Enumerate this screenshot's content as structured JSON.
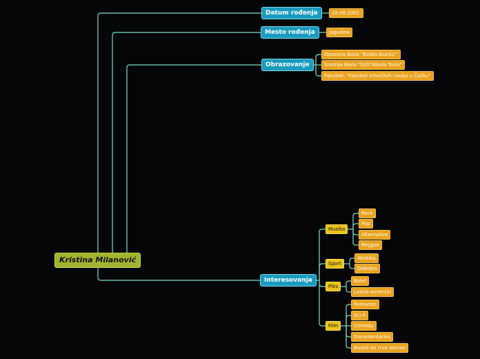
{
  "mindmap": {
    "root": "Kristina Milanović",
    "branches": [
      {
        "label": "Datum rođenja",
        "children": [
          "18.08.2001."
        ]
      },
      {
        "label": "Mesto rođenja",
        "children": [
          "Jagodina"
        ]
      },
      {
        "label": "Obrazovanje",
        "children": [
          "Osnovna škola \"Boško Đuričić\"",
          "Srednja škola \"SSŠ\"Nikola Tesla\"",
          "Fakultet: \"Fakultet tehničkih nauka u Čačku\""
        ]
      },
      {
        "label": "Interesovanja",
        "groups": [
          {
            "label": "Muzika",
            "children": [
              "Rock",
              "Pop",
              "Alternative",
              "Reggae"
            ]
          },
          {
            "label": "Sport",
            "children": [
              "Atletika",
              "Odbojka"
            ]
          },
          {
            "label": "Ples",
            "children": [
              "Balet",
              "Latino-američki"
            ]
          },
          {
            "label": "Film",
            "children": [
              "Romantic",
              "Sci-fi",
              "Comedy",
              "Documentaries",
              "Based on true stories"
            ]
          }
        ]
      }
    ]
  },
  "colors": {
    "background": "#050608",
    "connector": "#7fe0c8",
    "root": "#a3b530",
    "main_topic": "#1a9bbd",
    "sub_topic": "#e9c21b",
    "leaf": "#e8a21c"
  }
}
